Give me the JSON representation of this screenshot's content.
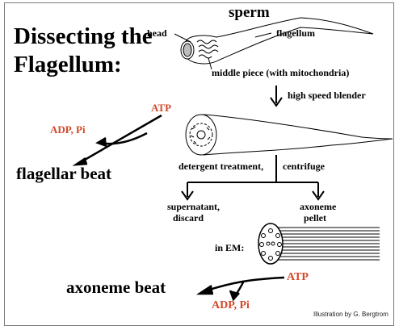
{
  "title_line1": "Dissecting the",
  "title_line2": "Flagellum:",
  "sperm_label": "sperm",
  "head_label": "head",
  "flagellum_label": "flagellum",
  "middle_piece_label": "middle piece (with mitochondria)",
  "blender_label": "high speed blender",
  "atp_top": "ATP",
  "adp_top": "ADP, Pi",
  "flagellar_beat": "flagellar beat",
  "detergent_label": "detergent treatment,",
  "centrifuge_label": "centrifuge",
  "supernatant_line1": "supernatant,",
  "supernatant_line2": "discard",
  "axoneme_pellet_line1": "axoneme",
  "axoneme_pellet_line2": "pellet",
  "in_em_label": "in EM:",
  "atp_bottom": "ATP",
  "axoneme_beat": "axoneme beat",
  "adp_bottom": "ADP, Pi",
  "credit": "Illustration by G. Bergtrom",
  "colors": {
    "red_label": "#d2492a",
    "ink": "#000000"
  }
}
